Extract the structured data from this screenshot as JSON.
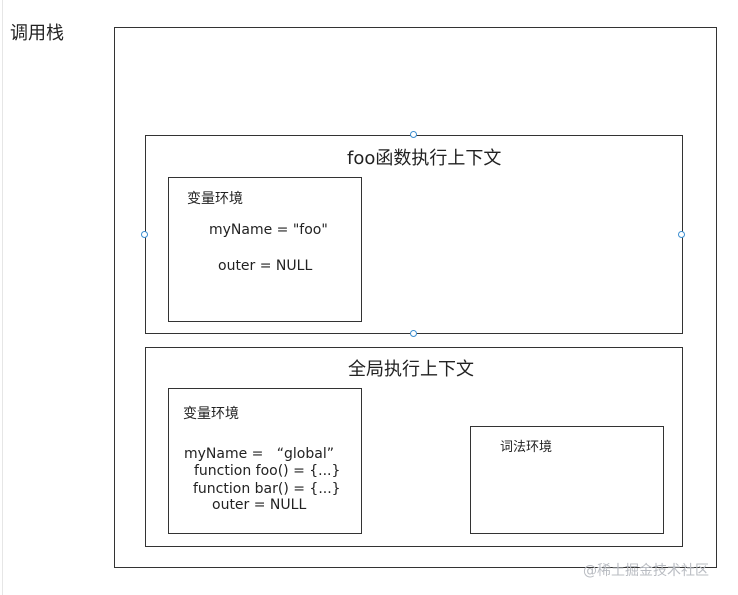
{
  "call_stack": {
    "title": "调用栈"
  },
  "foo_context": {
    "title": "foo函数执行上下文",
    "variable_env": {
      "title": "变量环境",
      "lines": [
        "myName = \"foo\"",
        "outer = NULL"
      ]
    }
  },
  "global_context": {
    "title": "全局执行上下文",
    "variable_env": {
      "title": "变量环境",
      "lines": [
        "myName =   “global”",
        "function foo() = {...}",
        "function bar() = {...}",
        "outer = NULL"
      ]
    },
    "lexical_env": {
      "title": "词法环境"
    }
  },
  "watermark": "@稀土掘金技术社区",
  "colors": {
    "stroke": "#333333",
    "handle": "#3d8fd1",
    "watermark": "#b9bcc2"
  }
}
